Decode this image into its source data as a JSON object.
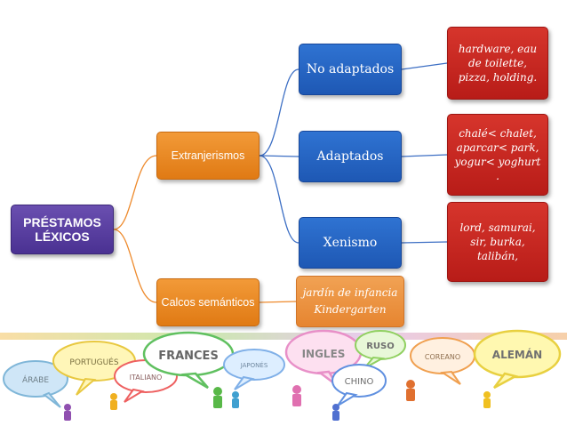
{
  "diagram": {
    "root": "PRÉSTAMOS LÉXICOS",
    "branch_extranjerismos": "Extranjerismos",
    "branch_calcos": "Calcos semánticos",
    "no_adaptados": "No adaptados",
    "adaptados": "Adaptados",
    "xenismo": "Xenismo",
    "no_adaptados_examples": "hardware, eau de toilette, pizza, holding.",
    "adaptados_examples": "chalé< chalet, aparcar< park, yogur< yoghurt .",
    "xenismo_examples": "lord, samurai, sir, burka, talibán,",
    "calcos_examples": "jardín de infancia Kindergarten"
  },
  "languages": [
    "ÁRABE",
    "PORTUGUÉS",
    "ITALIANO",
    "FRANCES",
    "JAPONÉS",
    "INGLES",
    "RUSO",
    "CHINO",
    "COREANO",
    "ALEMÁN"
  ],
  "colors": {
    "root": "#4a3192",
    "orange": "#e07a14",
    "blue": "#1e58b4",
    "red": "#b81c18",
    "links": "#ee8a2c"
  }
}
